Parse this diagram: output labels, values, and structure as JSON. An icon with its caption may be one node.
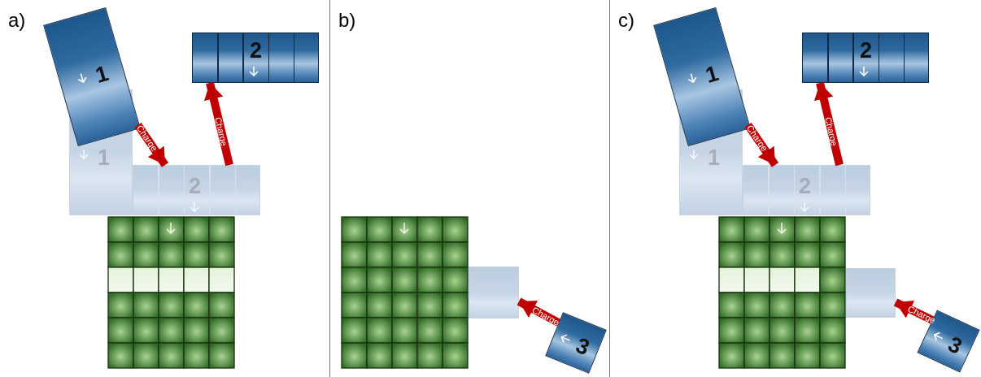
{
  "diagram": {
    "nodes": [
      {
        "text": [
          "1"
        ]
      },
      {
        "text": [
          "2"
        ]
      },
      {
        "text": [
          "1"
        ]
      },
      {
        "text": [
          "2"
        ]
      },
      {
        "text": [
          "3"
        ]
      },
      {
        "text": [],
        "shape": "box"
      },
      {
        "text": [
          "1"
        ]
      },
      {
        "text": [
          "2"
        ]
      },
      {
        "text": [
          "1"
        ]
      },
      {
        "text": [
          "2"
        ]
      },
      {
        "text": [
          "3"
        ]
      },
      {
        "text": [],
        "shape": "box"
      }
    ],
    "edges": [
      {
        "from": 0,
        "to": 3,
        "arrow": "to",
        "label": "Charge"
      },
      {
        "from": 3,
        "to": 1,
        "arrow": "to",
        "label": "Charge"
      },
      {
        "from": 4,
        "to": 5,
        "arrow": "to",
        "label": "Charge"
      },
      {
        "from": 6,
        "to": 9,
        "arrow": "to",
        "label": "Charge"
      },
      {
        "from": 9,
        "to": 7,
        "arrow": "to",
        "label": "Charge"
      },
      {
        "from": 10,
        "to": 11,
        "arrow": "to",
        "label": "Charge"
      }
    ],
    "labels": [
      "a)",
      "b)",
      "c)"
    ]
  }
}
